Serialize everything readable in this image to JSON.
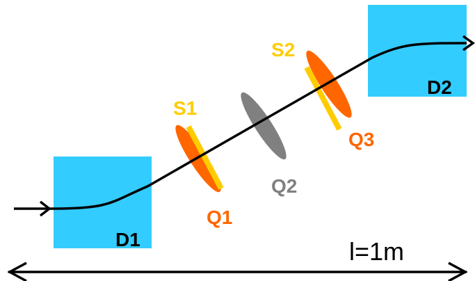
{
  "colors": {
    "dipole": "#33ccff",
    "quad_focus": "#ff6600",
    "quad_defocus": "#808080",
    "sextupole": "#ffcc00",
    "beam": "#000000",
    "dipole_label": "#000000"
  },
  "elements": {
    "dipoles": [
      {
        "label": "D1"
      },
      {
        "label": "D2"
      }
    ],
    "quadrupoles": [
      {
        "label": "Q1",
        "color_key": "quad_focus"
      },
      {
        "label": "Q2",
        "color_key": "quad_defocus"
      },
      {
        "label": "Q3",
        "color_key": "quad_focus"
      }
    ],
    "sextupoles": [
      {
        "label": "S1"
      },
      {
        "label": "S2"
      }
    ]
  },
  "length_label": "l=1m"
}
